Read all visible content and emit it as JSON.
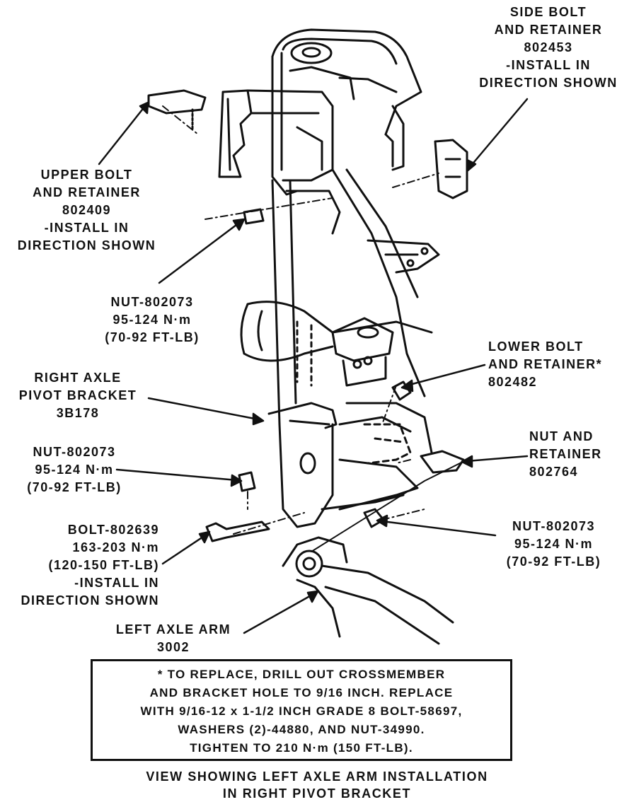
{
  "labels": {
    "side_bolt": [
      "SIDE BOLT",
      "AND RETAINER",
      "802453",
      "-INSTALL IN",
      "DIRECTION SHOWN"
    ],
    "upper_bolt": [
      "UPPER BOLT",
      "AND RETAINER",
      "802409",
      "-INSTALL IN",
      "DIRECTION SHOWN"
    ],
    "nut_top": [
      "NUT-802073",
      "95-124 N·m",
      "(70-92 FT-LB)"
    ],
    "right_axle": [
      "RIGHT AXLE",
      "PIVOT BRACKET",
      "3B178"
    ],
    "lower_bolt": [
      "LOWER BOLT",
      "AND RETAINER*",
      "802482"
    ],
    "nut_left": [
      "NUT-802073",
      "95-124 N·m",
      "(70-92 FT-LB)"
    ],
    "nut_retainer": [
      "NUT AND",
      "RETAINER",
      "802764"
    ],
    "bolt": [
      "BOLT-802639",
      "163-203 N·m",
      "(120-150 FT-LB)",
      "-INSTALL IN",
      "DIRECTION SHOWN"
    ],
    "nut_right": [
      "NUT-802073",
      "95-124 N·m",
      "(70-92 FT-LB)"
    ],
    "left_axle": [
      "LEFT AXLE ARM",
      "3002"
    ]
  },
  "note": [
    "* TO REPLACE, DRILL OUT CROSSMEMBER",
    "AND BRACKET HOLE TO 9/16 INCH.  REPLACE",
    "WITH 9/16-12 x 1-1/2 INCH GRADE 8 BOLT-58697,",
    "WASHERS (2)-44880, AND NUT-34990.",
    "TIGHTEN  TO 210 N·m (150 FT-LB)."
  ],
  "caption": [
    "VIEW SHOWING LEFT AXLE ARM INSTALLATION",
    "IN RIGHT PIVOT BRACKET"
  ]
}
